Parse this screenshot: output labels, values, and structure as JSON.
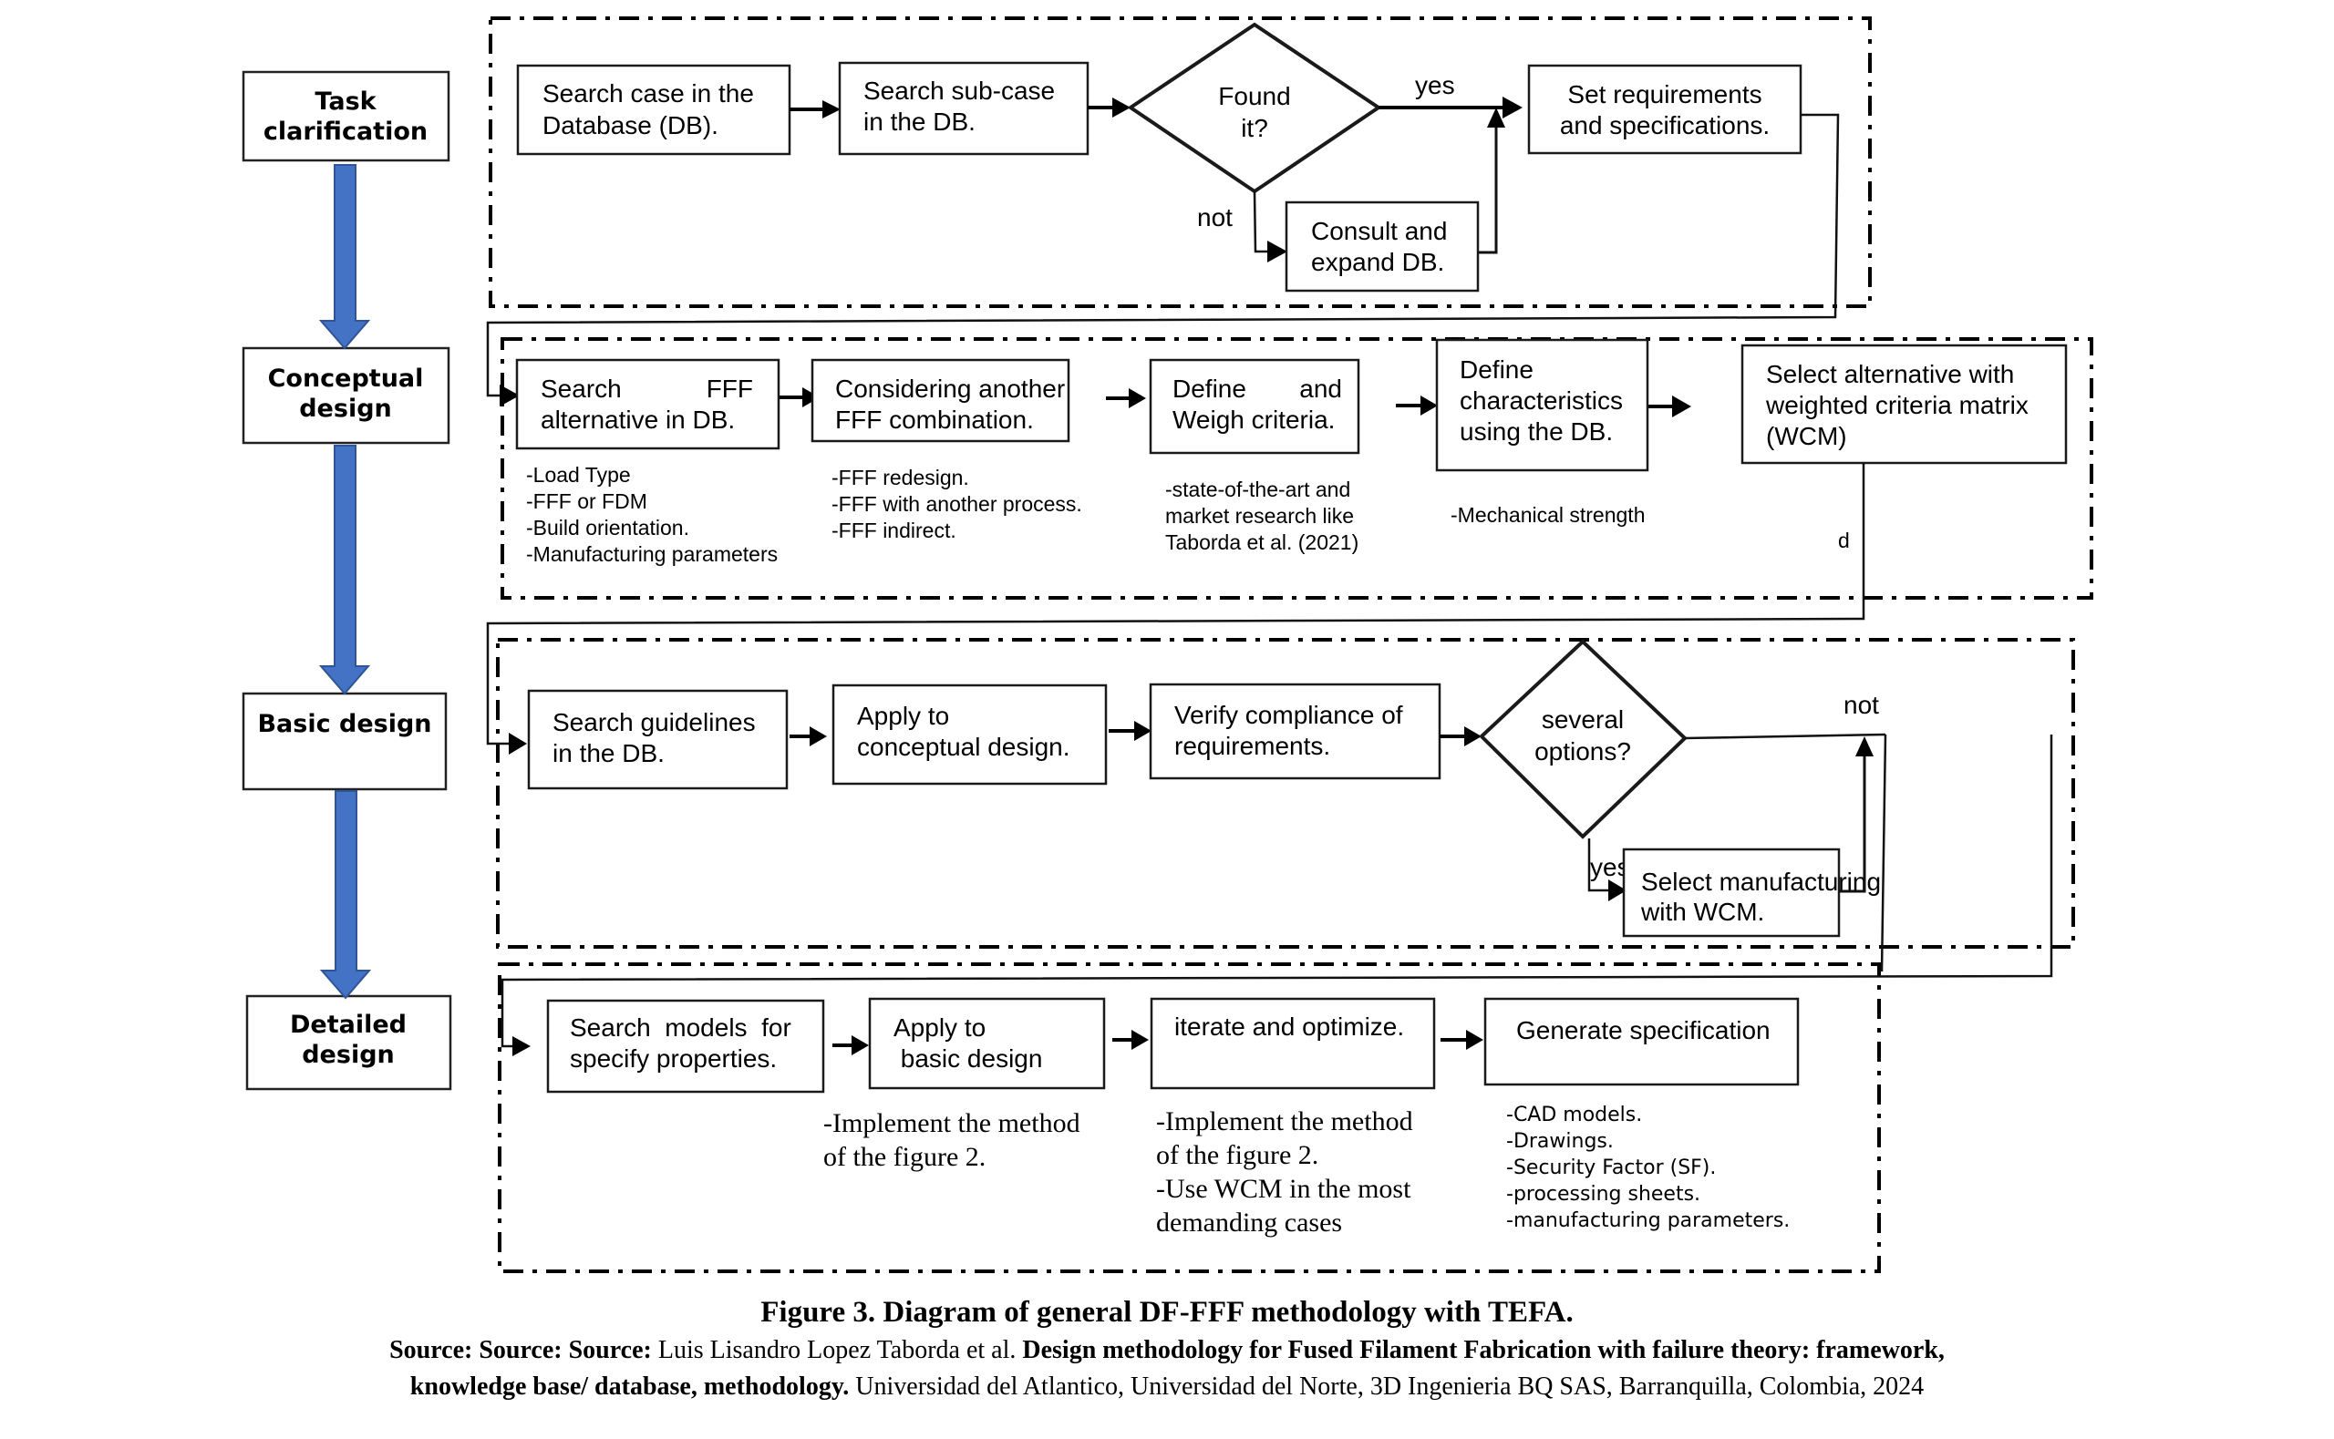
{
  "stages": [
    {
      "id": "task",
      "lines": [
        "Task",
        "clarification"
      ]
    },
    {
      "id": "conceptual",
      "lines": [
        "Conceptual",
        "design"
      ]
    },
    {
      "id": "basic",
      "lines": [
        "Basic design"
      ]
    },
    {
      "id": "detailed",
      "lines": [
        "Detailed",
        "design"
      ]
    }
  ],
  "task_clarification": {
    "search_case": [
      "Search case in the",
      "Database (DB)."
    ],
    "search_subcase": [
      "Search sub-case",
      "in the DB."
    ],
    "found_decision": [
      "Found",
      "it?"
    ],
    "yes_label": "yes",
    "not_label": "not",
    "consult_expand": [
      "Consult and",
      "expand DB."
    ],
    "set_requirements": [
      "Set requirements",
      "and specifications."
    ]
  },
  "conceptual_design": {
    "search_fff": [
      "Search",
      "FFF",
      "alternative in DB."
    ],
    "search_fff_notes": [
      "-Load Type",
      "-FFF or FDM",
      "-Build orientation.",
      "-Manufacturing parameters"
    ],
    "considering": [
      "Considering another",
      "FFF combination."
    ],
    "considering_notes": [
      "-FFF redesign.",
      "-FFF with another process.",
      "-FFF indirect."
    ],
    "define_weigh": [
      "Define",
      "and",
      "Weigh criteria."
    ],
    "define_weigh_notes": [
      "-state-of-the-art and",
      "market research like",
      "Taborda et al. (2021)"
    ],
    "define_characteristics": [
      "Define",
      "characteristics",
      "using the DB."
    ],
    "define_characteristics_notes": [
      "-Mechanical strength"
    ],
    "stray_glyph": "d",
    "select_alternative": [
      "Select alternative with",
      "weighted criteria matrix",
      "(WCM)"
    ]
  },
  "basic_design": {
    "search_guidelines": [
      "Search guidelines",
      "in the DB."
    ],
    "apply_conceptual": [
      "Apply to",
      "conceptual design."
    ],
    "verify_compliance": [
      "Verify compliance of",
      "requirements."
    ],
    "several_options": [
      "several",
      "options?"
    ],
    "not_label": "not",
    "yes_label": "yes",
    "select_manufacturing": [
      "Select manufacturing",
      "with WCM."
    ]
  },
  "detailed_design": {
    "search_models": [
      "Search  models  for",
      "specify properties."
    ],
    "apply_basic": [
      "Apply to",
      " basic design"
    ],
    "apply_basic_notes": [
      "-Implement the method",
      "of the figure 2."
    ],
    "iterate": [
      "iterate and optimize."
    ],
    "iterate_notes": [
      "-Implement the method",
      "of the figure 2.",
      "-Use WCM in the most",
      "demanding cases"
    ],
    "generate_spec": [
      "Generate specification"
    ],
    "generate_spec_notes": [
      "-CAD models.",
      "-Drawings.",
      "-Security Factor (SF).",
      "-processing sheets.",
      "-manufacturing parameters."
    ]
  },
  "caption": {
    "title": "Figure 3. Diagram of general DF-FFF methodology with TEFA.",
    "source_prefix": "Source: Source: Source:",
    "authors": "Luis Lisandro Lopez Taborda et al.",
    "work_title_1": "Design methodology for Fused Filament Fabrication with failure theory: framework,",
    "work_title_2": "knowledge base/ database, methodology.",
    "affiliations": "Universidad del Atlantico, Universidad del Norte, 3D Ingenieria BQ SAS, Barranquilla, Colombia, 2024"
  },
  "colors": {
    "stage_arrow": "#4472c4",
    "stage_arrow_border": "#2f5597",
    "line": "#000000"
  }
}
